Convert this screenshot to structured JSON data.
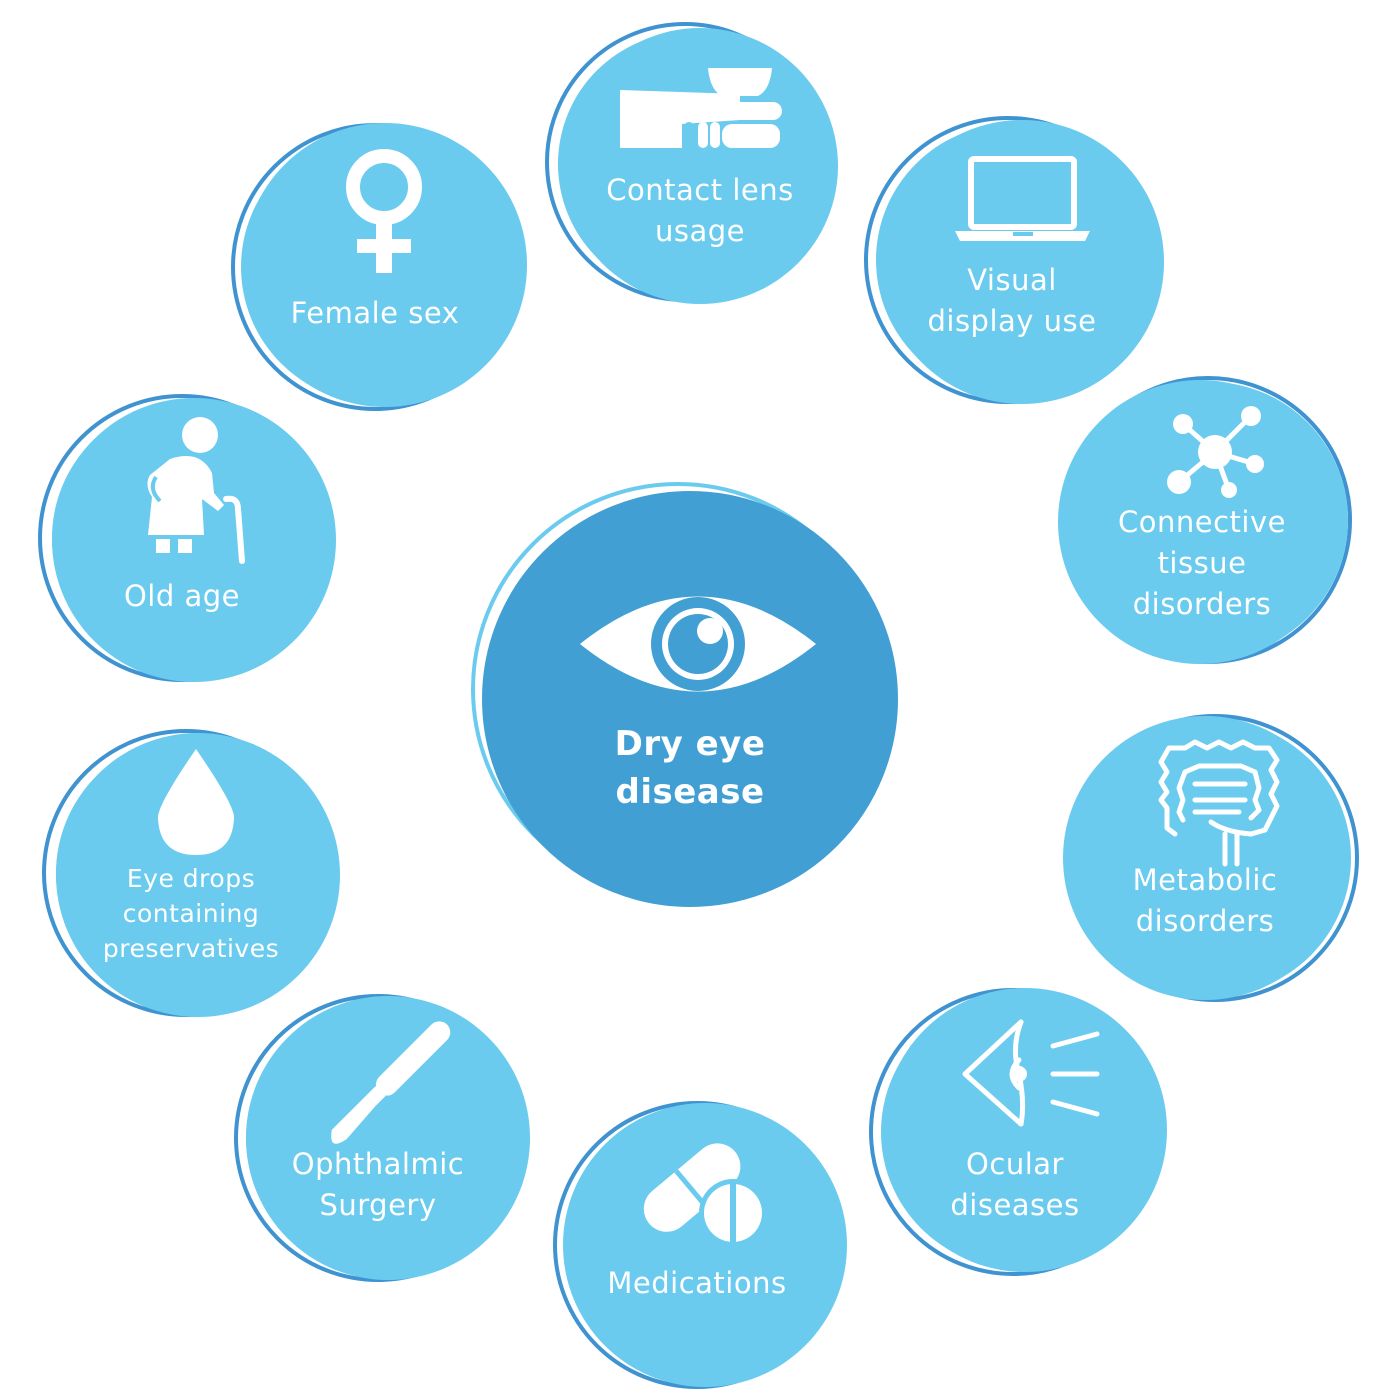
{
  "center": {
    "lines": [
      "Dry eye",
      "disease"
    ],
    "icon": "eye-icon",
    "color": "#429fd3"
  },
  "colors": {
    "node_fill": "#6acbef",
    "node_ring": "#3f93d1",
    "center_fill": "#429fd3",
    "center_ring_light": "#6acbef"
  },
  "factors": [
    {
      "id": "contact-lens",
      "icon": "contact-lens-icon",
      "lines": [
        "Contact lens",
        "usage"
      ]
    },
    {
      "id": "visual-display",
      "icon": "laptop-icon",
      "lines": [
        "Visual",
        "display use"
      ]
    },
    {
      "id": "connective-tissue",
      "icon": "molecule-icon",
      "lines": [
        "Connective",
        "tissue",
        "disorders"
      ]
    },
    {
      "id": "metabolic",
      "icon": "intestine-icon",
      "lines": [
        "Metabolic",
        "disorders"
      ]
    },
    {
      "id": "ocular",
      "icon": "eye-profile-icon",
      "lines": [
        "Ocular",
        "diseases"
      ]
    },
    {
      "id": "medications",
      "icon": "pills-icon",
      "lines": [
        "Medications"
      ]
    },
    {
      "id": "ophthalmic-surgery",
      "icon": "scalpel-icon",
      "lines": [
        "Ophthalmic",
        "Surgery"
      ]
    },
    {
      "id": "eye-drops",
      "icon": "drop-icon",
      "lines": [
        "Eye drops",
        "containing",
        "preservatives"
      ]
    },
    {
      "id": "old-age",
      "icon": "elderly-person-icon",
      "lines": [
        "Old age"
      ]
    },
    {
      "id": "female-sex",
      "icon": "female-symbol-icon",
      "lines": [
        "Female sex"
      ]
    }
  ]
}
